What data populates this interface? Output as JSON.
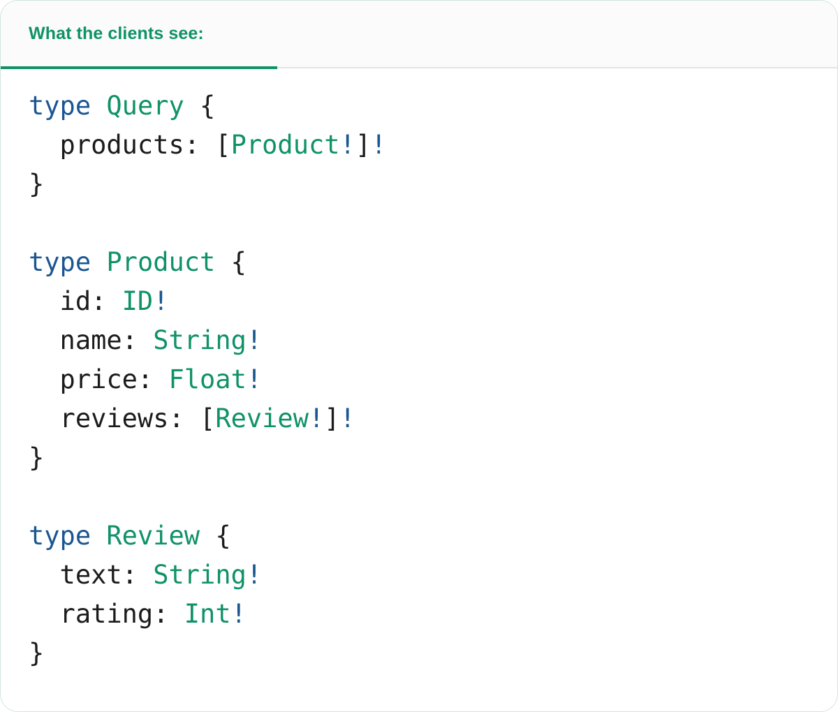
{
  "card": {
    "border_color": "#cfe5da",
    "background": "#ffffff"
  },
  "tabs": {
    "active_index": 0,
    "accent_color": "#0f9268",
    "items": [
      {
        "label": "What the clients see:"
      }
    ]
  },
  "colors": {
    "keyword": "#1a5691",
    "type_name": "#0f9268",
    "punctuation": "#1b1b1b",
    "non_null": "#1a5691",
    "header_background": "#fbfbfb",
    "divider": "#e4e4e4"
  },
  "code": {
    "language": "graphql",
    "lines": [
      {
        "tokens": [
          {
            "t": "type",
            "c": "kw"
          },
          {
            "t": " ",
            "c": "pn"
          },
          {
            "t": "Query",
            "c": "tn"
          },
          {
            "t": " {",
            "c": "pn"
          }
        ]
      },
      {
        "tokens": [
          {
            "t": "  products: [",
            "c": "pn"
          },
          {
            "t": "Product",
            "c": "tn"
          },
          {
            "t": "!",
            "c": "bang"
          },
          {
            "t": "]",
            "c": "pn"
          },
          {
            "t": "!",
            "c": "bang"
          }
        ]
      },
      {
        "tokens": [
          {
            "t": "}",
            "c": "pn"
          }
        ]
      },
      {
        "tokens": []
      },
      {
        "tokens": [
          {
            "t": "type",
            "c": "kw"
          },
          {
            "t": " ",
            "c": "pn"
          },
          {
            "t": "Product",
            "c": "tn"
          },
          {
            "t": " {",
            "c": "pn"
          }
        ]
      },
      {
        "tokens": [
          {
            "t": "  id: ",
            "c": "pn"
          },
          {
            "t": "ID",
            "c": "tn"
          },
          {
            "t": "!",
            "c": "bang"
          }
        ]
      },
      {
        "tokens": [
          {
            "t": "  name: ",
            "c": "pn"
          },
          {
            "t": "String",
            "c": "tn"
          },
          {
            "t": "!",
            "c": "bang"
          }
        ]
      },
      {
        "tokens": [
          {
            "t": "  price: ",
            "c": "pn"
          },
          {
            "t": "Float",
            "c": "tn"
          },
          {
            "t": "!",
            "c": "bang"
          }
        ]
      },
      {
        "tokens": [
          {
            "t": "  reviews: [",
            "c": "pn"
          },
          {
            "t": "Review",
            "c": "tn"
          },
          {
            "t": "!",
            "c": "bang"
          },
          {
            "t": "]",
            "c": "pn"
          },
          {
            "t": "!",
            "c": "bang"
          }
        ]
      },
      {
        "tokens": [
          {
            "t": "}",
            "c": "pn"
          }
        ]
      },
      {
        "tokens": []
      },
      {
        "tokens": [
          {
            "t": "type",
            "c": "kw"
          },
          {
            "t": " ",
            "c": "pn"
          },
          {
            "t": "Review",
            "c": "tn"
          },
          {
            "t": " {",
            "c": "pn"
          }
        ]
      },
      {
        "tokens": [
          {
            "t": "  text: ",
            "c": "pn"
          },
          {
            "t": "String",
            "c": "tn"
          },
          {
            "t": "!",
            "c": "bang"
          }
        ]
      },
      {
        "tokens": [
          {
            "t": "  rating: ",
            "c": "pn"
          },
          {
            "t": "Int",
            "c": "tn"
          },
          {
            "t": "!",
            "c": "bang"
          }
        ]
      },
      {
        "tokens": [
          {
            "t": "}",
            "c": "pn"
          }
        ]
      }
    ],
    "plain_text": "type Query {\n  products: [Product!]!\n}\n\ntype Product {\n  id: ID!\n  name: String!\n  price: Float!\n  reviews: [Review!]!\n}\n\ntype Review {\n  text: String!\n  rating: Int!\n}"
  }
}
